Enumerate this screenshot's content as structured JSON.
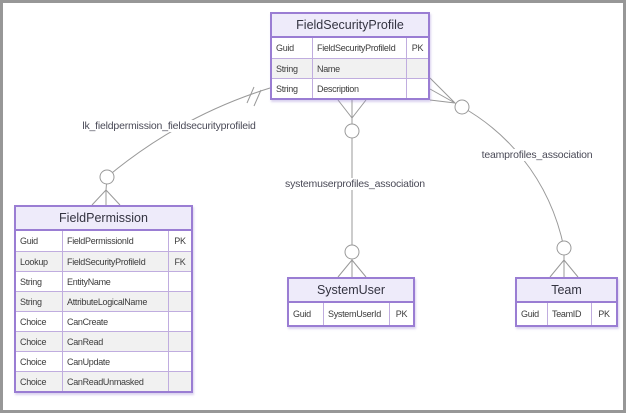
{
  "diagram": {
    "type": "entity-relationship",
    "tables": [
      {
        "name": "FieldSecurityProfile",
        "rows": [
          {
            "type": "Guid",
            "field": "FieldSecurityProfileId",
            "key": "PK"
          },
          {
            "type": "String",
            "field": "Name",
            "key": ""
          },
          {
            "type": "String",
            "field": "Description",
            "key": ""
          }
        ]
      },
      {
        "name": "FieldPermission",
        "rows": [
          {
            "type": "Guid",
            "field": "FieldPermissionId",
            "key": "PK"
          },
          {
            "type": "Lookup",
            "field": "FieldSecurityProfileId",
            "key": "FK"
          },
          {
            "type": "String",
            "field": "EntityName",
            "key": ""
          },
          {
            "type": "String",
            "field": "AttributeLogicalName",
            "key": ""
          },
          {
            "type": "Choice",
            "field": "CanCreate",
            "key": ""
          },
          {
            "type": "Choice",
            "field": "CanRead",
            "key": ""
          },
          {
            "type": "Choice",
            "field": "CanUpdate",
            "key": ""
          },
          {
            "type": "Choice",
            "field": "CanReadUnmasked",
            "key": ""
          }
        ]
      },
      {
        "name": "SystemUser",
        "rows": [
          {
            "type": "Guid",
            "field": "SystemUserId",
            "key": "PK"
          }
        ]
      },
      {
        "name": "Team",
        "rows": [
          {
            "type": "Guid",
            "field": "TeamID",
            "key": "PK"
          }
        ]
      }
    ],
    "relationships": [
      {
        "label": "lk_fieldpermission_fieldsecurityprofileid",
        "from": "FieldSecurityProfile",
        "to": "FieldPermission",
        "from_notation": "exactly-one",
        "to_notation": "zero-or-many"
      },
      {
        "label": "systemuserprofiles_association",
        "from": "FieldSecurityProfile",
        "to": "SystemUser",
        "from_notation": "zero-or-many",
        "to_notation": "zero-or-many"
      },
      {
        "label": "teamprofiles_association",
        "from": "FieldSecurityProfile",
        "to": "Team",
        "from_notation": "zero-or-many",
        "to_notation": "zero-or-many"
      }
    ],
    "colors": {
      "table_border": "#9a7dd3",
      "header_fill": "#eeebfa",
      "alt_row_fill": "#f1f1f1",
      "grid_line": "#c0addf",
      "connector_line": "#999999",
      "label_text": "#4a4a57",
      "frame_border": "#979797"
    }
  }
}
